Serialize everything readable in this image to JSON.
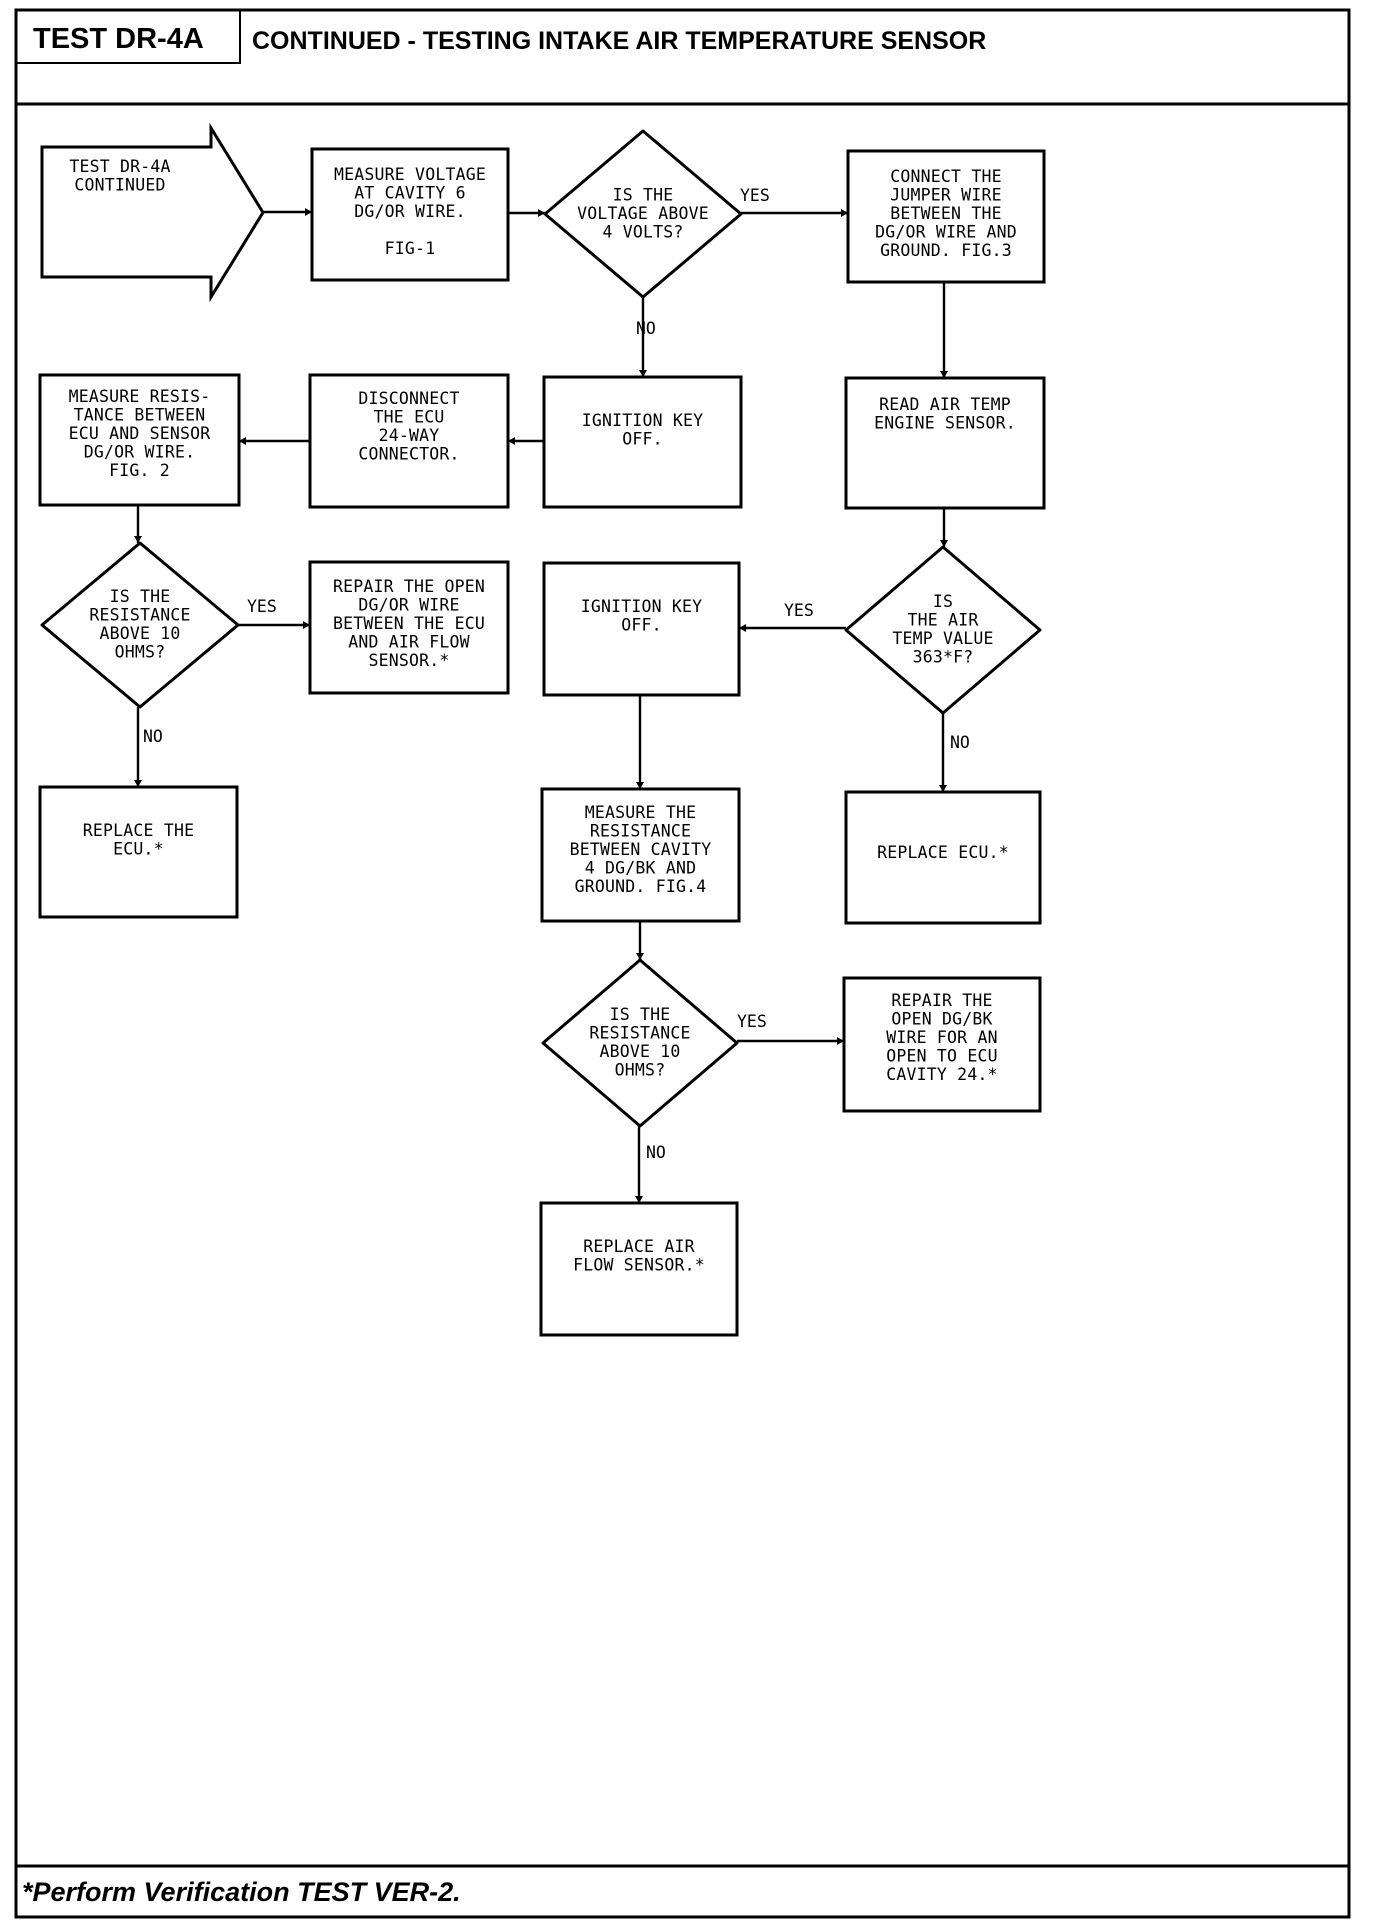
{
  "header": {
    "test_id": "TEST DR-4A",
    "title": "CONTINUED - TESTING INTAKE AIR TEMPERATURE SENSOR"
  },
  "footer": {
    "note": "*Perform Verification TEST VER-2."
  },
  "colors": {
    "ink": "#000000",
    "paper": "#ffffff"
  },
  "flowchart": {
    "nodes": {
      "start": {
        "type": "entry-arrow",
        "lines": [
          "TEST DR-4A",
          "CONTINUED"
        ]
      },
      "measure_voltage": {
        "type": "process",
        "lines": [
          "MEASURE VOLTAGE",
          "AT CAVITY 6",
          "DG/OR WIRE.",
          "",
          "FIG-1"
        ]
      },
      "voltage_decision": {
        "type": "decision",
        "lines": [
          "IS THE",
          "VOLTAGE ABOVE",
          "4 VOLTS?"
        ]
      },
      "connect_jumper": {
        "type": "process",
        "lines": [
          "CONNECT THE",
          "JUMPER WIRE",
          "BETWEEN THE",
          "DG/OR WIRE AND",
          "GROUND. FIG.3"
        ]
      },
      "ignition_off_1": {
        "type": "process",
        "lines": [
          "IGNITION KEY",
          "OFF."
        ]
      },
      "disconnect_ecu": {
        "type": "process",
        "lines": [
          "DISCONNECT",
          "THE ECU",
          "24-WAY",
          "CONNECTOR."
        ]
      },
      "measure_resistance_ecu_sensor": {
        "type": "process",
        "lines": [
          "MEASURE RESIS-",
          "TANCE BETWEEN",
          "ECU AND SENSOR",
          "DG/OR WIRE.",
          "FIG. 2"
        ]
      },
      "read_air_temp": {
        "type": "process",
        "lines": [
          "READ AIR TEMP",
          "ENGINE SENSOR."
        ]
      },
      "resistance_decision_1": {
        "type": "decision",
        "lines": [
          "IS THE",
          "RESISTANCE",
          "ABOVE 10",
          "OHMS?"
        ]
      },
      "repair_open_dg_or": {
        "type": "process",
        "lines": [
          "REPAIR THE OPEN",
          "DG/OR WIRE",
          "BETWEEN THE ECU",
          "AND AIR FLOW",
          "SENSOR.*"
        ]
      },
      "ignition_off_2": {
        "type": "process",
        "lines": [
          "IGNITION KEY",
          "OFF."
        ]
      },
      "air_temp_decision": {
        "type": "decision",
        "lines": [
          "IS",
          "THE AIR",
          "TEMP VALUE",
          "363*F?"
        ]
      },
      "replace_the_ecu": {
        "type": "process",
        "lines": [
          "REPLACE THE",
          "ECU.*"
        ]
      },
      "measure_resistance_cavity4": {
        "type": "process",
        "lines": [
          "MEASURE THE",
          "RESISTANCE",
          "BETWEEN CAVITY",
          "4 DG/BK AND",
          "GROUND. FIG.4"
        ]
      },
      "replace_ecu": {
        "type": "process",
        "lines": [
          "REPLACE ECU.*"
        ]
      },
      "resistance_decision_2": {
        "type": "decision",
        "lines": [
          "IS THE",
          "RESISTANCE",
          "ABOVE 10",
          "OHMS?"
        ]
      },
      "repair_open_dg_bk": {
        "type": "process",
        "lines": [
          "REPAIR THE",
          "OPEN DG/BK",
          "WIRE FOR AN",
          "OPEN TO ECU",
          "CAVITY 24.*"
        ]
      },
      "replace_air_flow_sensor": {
        "type": "process",
        "lines": [
          "REPLACE AIR",
          "FLOW SENSOR.*"
        ]
      }
    },
    "edges": [
      {
        "from": "start",
        "to": "measure_voltage",
        "label": ""
      },
      {
        "from": "measure_voltage",
        "to": "voltage_decision",
        "label": ""
      },
      {
        "from": "voltage_decision",
        "to": "connect_jumper",
        "label": "YES"
      },
      {
        "from": "voltage_decision",
        "to": "ignition_off_1",
        "label": "NO"
      },
      {
        "from": "ignition_off_1",
        "to": "disconnect_ecu",
        "label": ""
      },
      {
        "from": "disconnect_ecu",
        "to": "measure_resistance_ecu_sensor",
        "label": ""
      },
      {
        "from": "measure_resistance_ecu_sensor",
        "to": "resistance_decision_1",
        "label": ""
      },
      {
        "from": "resistance_decision_1",
        "to": "repair_open_dg_or",
        "label": "YES"
      },
      {
        "from": "resistance_decision_1",
        "to": "replace_the_ecu",
        "label": "NO"
      },
      {
        "from": "connect_jumper",
        "to": "read_air_temp",
        "label": ""
      },
      {
        "from": "read_air_temp",
        "to": "air_temp_decision",
        "label": ""
      },
      {
        "from": "air_temp_decision",
        "to": "ignition_off_2",
        "label": "YES"
      },
      {
        "from": "air_temp_decision",
        "to": "replace_ecu",
        "label": "NO"
      },
      {
        "from": "ignition_off_2",
        "to": "measure_resistance_cavity4",
        "label": ""
      },
      {
        "from": "measure_resistance_cavity4",
        "to": "resistance_decision_2",
        "label": ""
      },
      {
        "from": "resistance_decision_2",
        "to": "repair_open_dg_bk",
        "label": "YES"
      },
      {
        "from": "resistance_decision_2",
        "to": "replace_air_flow_sensor",
        "label": "NO"
      }
    ]
  }
}
